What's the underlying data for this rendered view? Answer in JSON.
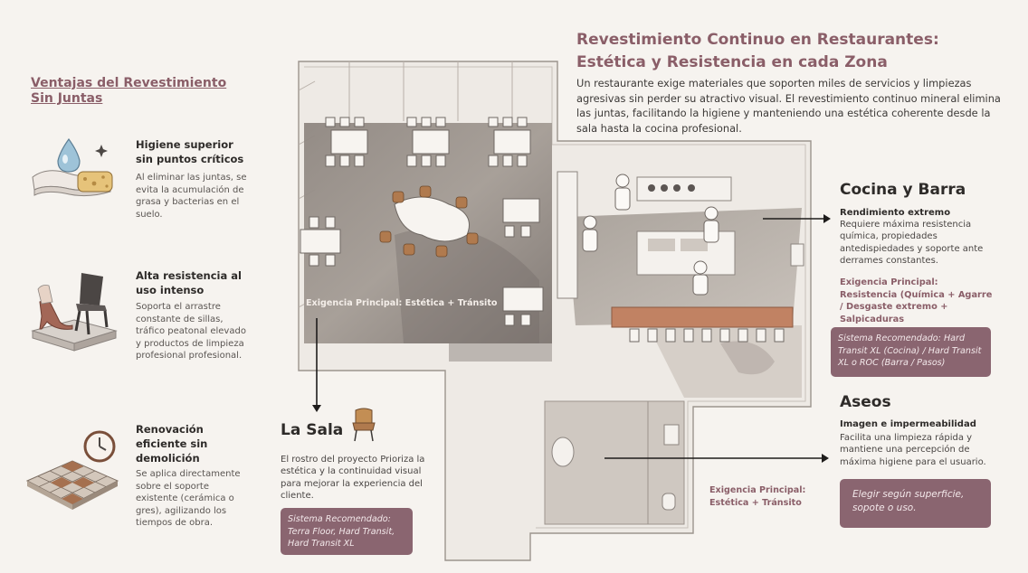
{
  "sidebar": {
    "title": "Ventajas del Revestimiento Sin Juntas",
    "features": [
      {
        "icon": "water-drop-sponge-icon",
        "title": "Higiene superior sin puntos críticos",
        "text": "Al eliminar las juntas, se evita la acumulación de grasa y bacterias en el suelo."
      },
      {
        "icon": "chair-heel-icon",
        "title": "Alta resistencia al uso intenso",
        "text": "Soporta el arrastre constante de sillas, tráfico peatonal elevado y productos de limpieza profesional profesional."
      },
      {
        "icon": "clock-tiles-icon",
        "title": "Renovación eficiente sin demolición",
        "text": "Se aplica directamente sobre el soporte existente (cerámica o gres), agilizando los tiempos de obra."
      }
    ]
  },
  "header": {
    "title": "Revestimiento Continuo en Restaurantes: Estética y Resistencia en cada Zona",
    "description": "Un restaurante exige materiales que soporten miles de servicios y limpiezas agresivas sin perder su atractivo visual. El revestimiento continuo mineral elimina las juntas, facilitando la higiene y manteniendo una estética coherente desde la sala hasta la cocina profesional."
  },
  "zones": {
    "sala": {
      "title": "La Sala",
      "text": "El rostro del proyecto Prioriza la estética y la continuidad visual para mejorar la experiencia del cliente.",
      "system": "Sistema Recomendado: Terra Floor, Hard Transit, Hard Transit XL",
      "plan_label": "Exigencia Principal: Estética + Tránsito"
    },
    "cocina": {
      "title": "Cocina y Barra",
      "subtitle": "Rendimiento extremo",
      "text": "Requiere máxima resistencia química, propiedades antedispiedades y soporte ante derrames constantes.",
      "requirement": "Exigencia Principal: Resistencia (Química + Agarre / Desgaste extremo + Salpicaduras",
      "system": "Sistema Recomendado: Hard Transit XL (Cocina) / Hard Transit XL o ROC (Barra / Pasos)"
    },
    "aseos": {
      "title": "Aseos",
      "subtitle": "Imagen e impermeabilidad",
      "text": "Facilita una limpieza rápida y mantiene una percepción de máxima higiene para el usuario.",
      "plan_label": "Exigencia Principal: Estética + Tránsito",
      "system": "Elegir según superficie, sopote o uso."
    }
  },
  "colors": {
    "accent": "#8a5e68",
    "box": "#8a6570",
    "background": "#f6f3ef"
  }
}
